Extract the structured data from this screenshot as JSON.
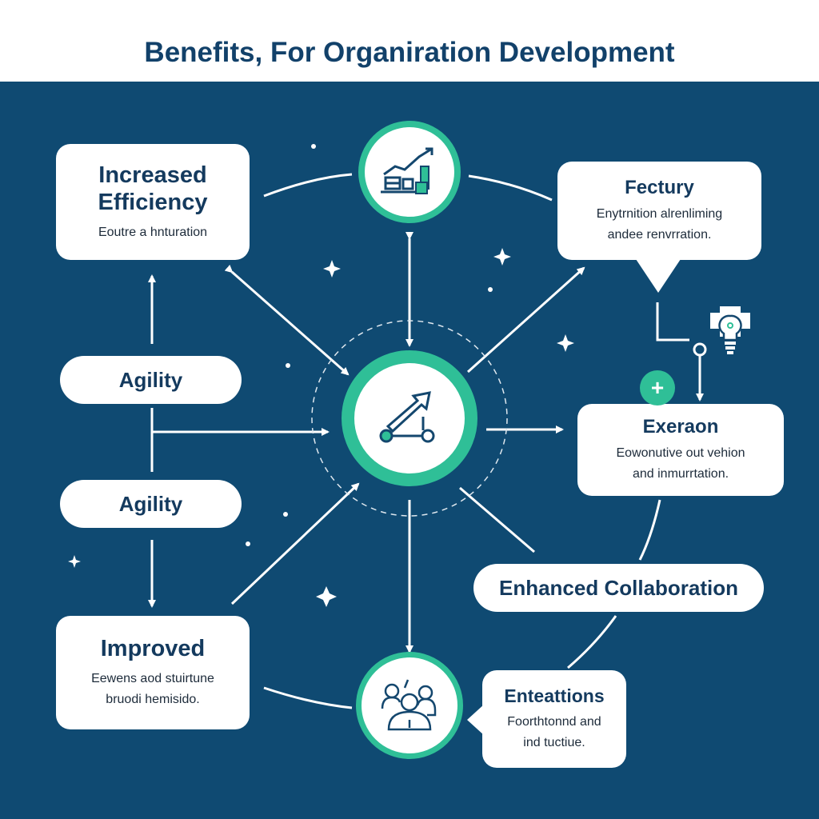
{
  "title": "Benefits, For Organiration Development",
  "boxes": {
    "increased_efficiency": {
      "heading": "Increased Efficiency",
      "description": "Eoutre a hnturation"
    },
    "fectury": {
      "heading": "Fectury",
      "description_line1": "Enytrnition alrenliming",
      "description_line2": "andee renvrration."
    },
    "exeraon": {
      "heading": "Exeraon",
      "description_line1": "Eowonutive out vehion",
      "description_line2": "and inmurrtation."
    },
    "improved": {
      "heading": "Improved",
      "description_line1": "Eewens aod stuirtune",
      "description_line2": "bruodi hemisido."
    },
    "enteattions": {
      "heading": "Enteattions",
      "description_line1": "Foorthtonnd and",
      "description_line2": "ind tuctiue."
    }
  },
  "pills": {
    "agility_1": "Agility",
    "agility_2": "Agility",
    "enhanced_collaboration": "Enhanced Collaboration"
  },
  "colors": {
    "background": "#0f4a72",
    "accent": "#2fbf97",
    "text": "#143a5e"
  }
}
